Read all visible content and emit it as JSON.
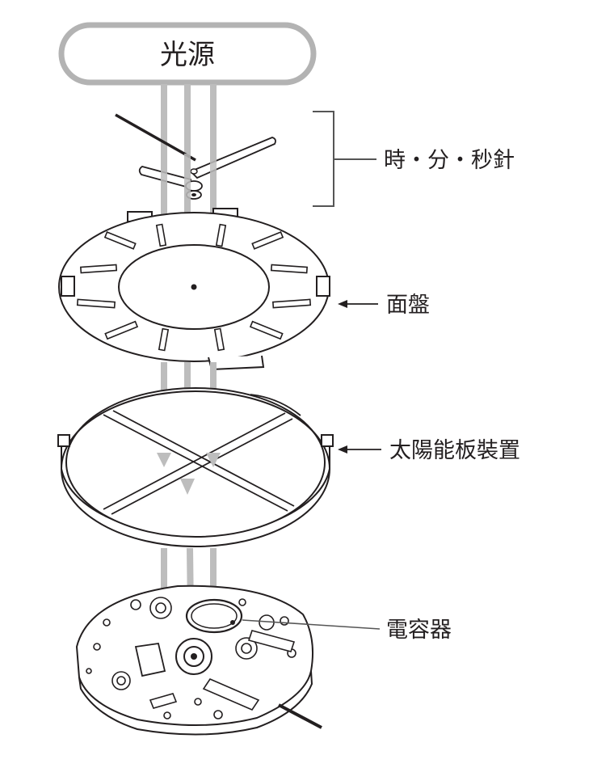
{
  "diagram": {
    "light_source_label": "光源",
    "parts": [
      {
        "id": "hands",
        "label": "時・分・秒針"
      },
      {
        "id": "dial",
        "label": "面盤"
      },
      {
        "id": "solar_panel",
        "label": "太陽能板裝置"
      },
      {
        "id": "capacitor",
        "label": "電容器"
      }
    ],
    "colors": {
      "line": "#231f20",
      "beam": "#bdbdbd",
      "background": "#ffffff"
    }
  }
}
